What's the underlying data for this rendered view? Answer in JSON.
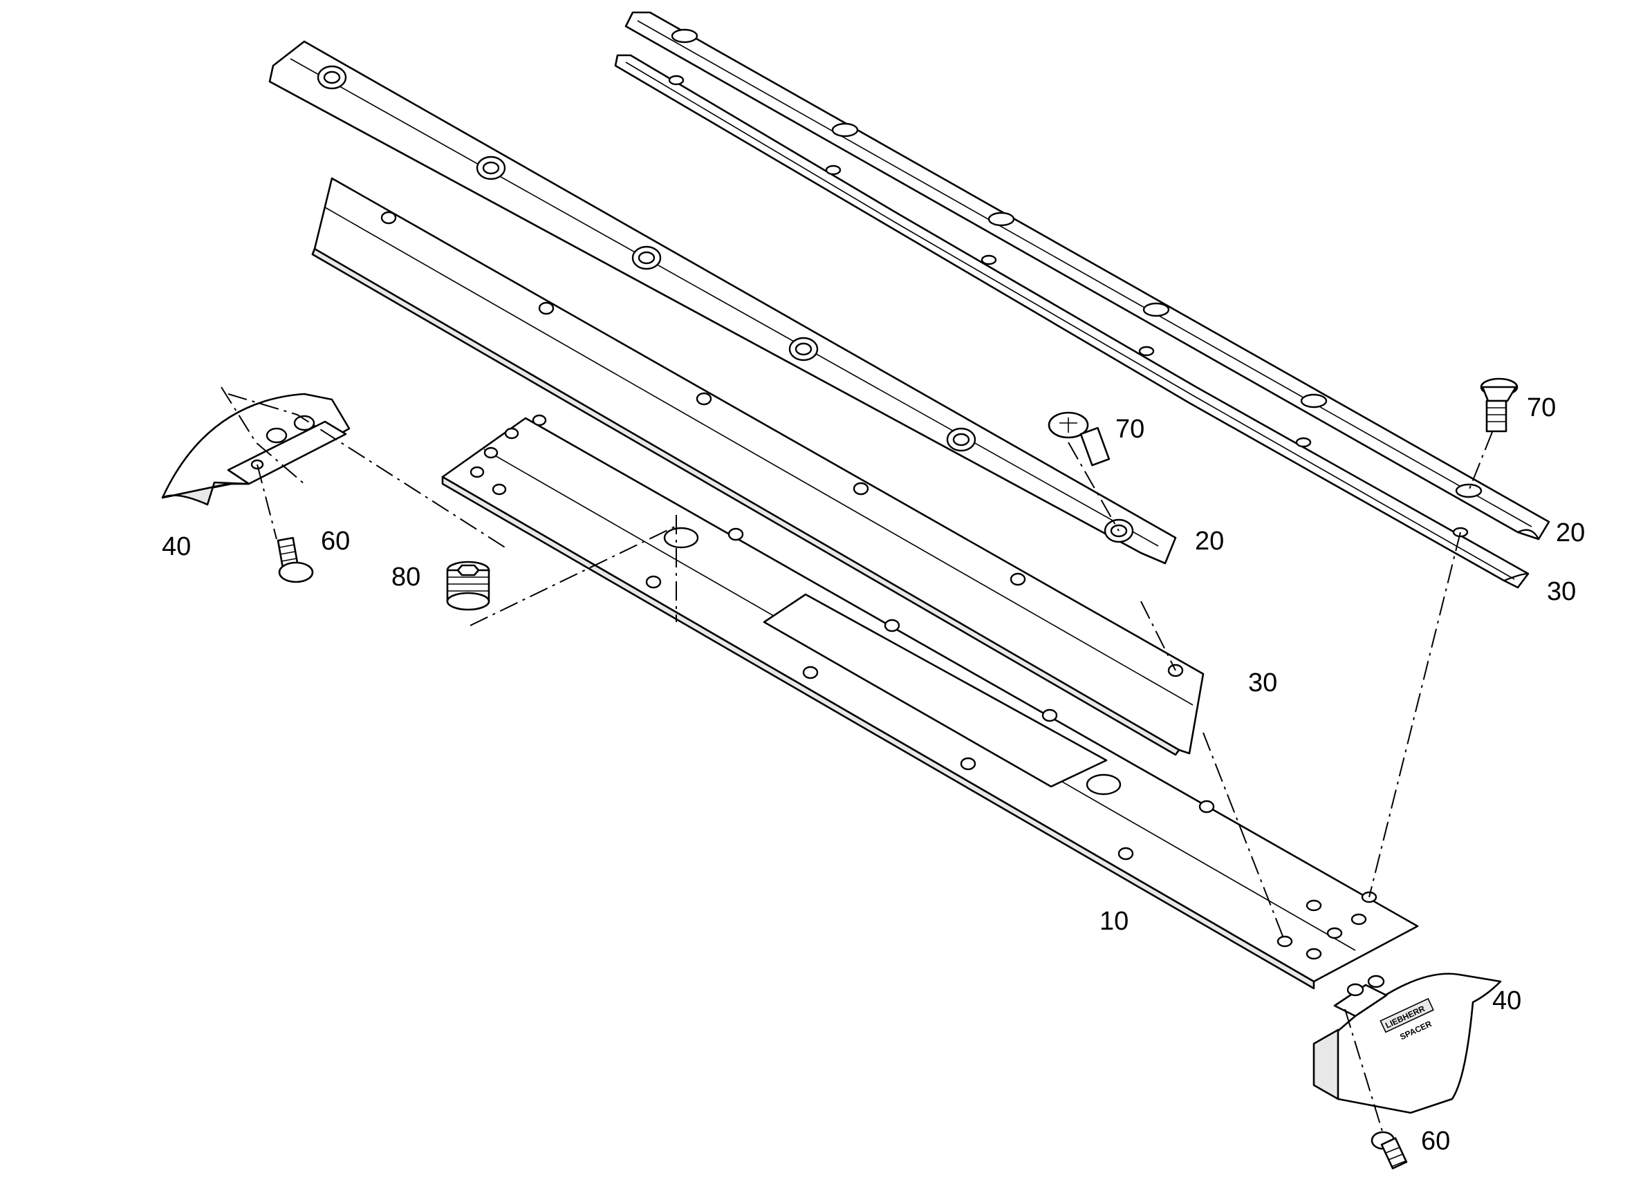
{
  "diagram": {
    "callouts": [
      {
        "id": "c10",
        "text": "10"
      },
      {
        "id": "c20a",
        "text": "20"
      },
      {
        "id": "c20b",
        "text": "20"
      },
      {
        "id": "c30a",
        "text": "30"
      },
      {
        "id": "c30b",
        "text": "30"
      },
      {
        "id": "c40a",
        "text": "40"
      },
      {
        "id": "c40b",
        "text": "40"
      },
      {
        "id": "c60a",
        "text": "60"
      },
      {
        "id": "c60b",
        "text": "60"
      },
      {
        "id": "c70a",
        "text": "70"
      },
      {
        "id": "c70b",
        "text": "70"
      },
      {
        "id": "c80",
        "text": "80"
      }
    ],
    "logo": {
      "line1": "LIEBHERR",
      "line2": "SPACER"
    }
  }
}
